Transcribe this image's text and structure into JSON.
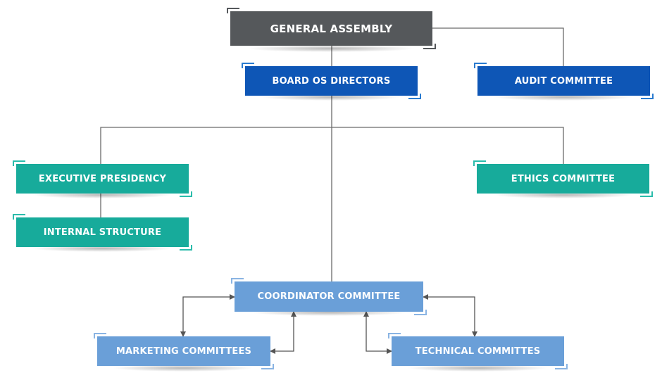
{
  "nodes": {
    "general_assembly": "GENERAL ASSEMBLY",
    "board_of_directors": "BOARD OS DIRECTORS",
    "audit_committee": "AUDIT COMMITTEE",
    "executive_presidency": "EXECUTIVE PRESIDENCY",
    "internal_structure": "INTERNAL STRUCTURE",
    "ethics_committee": "ETHICS COMMITTEE",
    "coordinator_committee": "COORDINATOR COMMITTEE",
    "marketing_committees": "MARKETING COMMITTEES",
    "technical_committes": "TECHNICAL COMMITTES"
  },
  "colors": {
    "dark_gray": "#55585b",
    "navy_blue": "#0e56b6",
    "teal": "#17ab9b",
    "light_blue": "#6a9fd8",
    "connector": "#5a5a5a"
  }
}
